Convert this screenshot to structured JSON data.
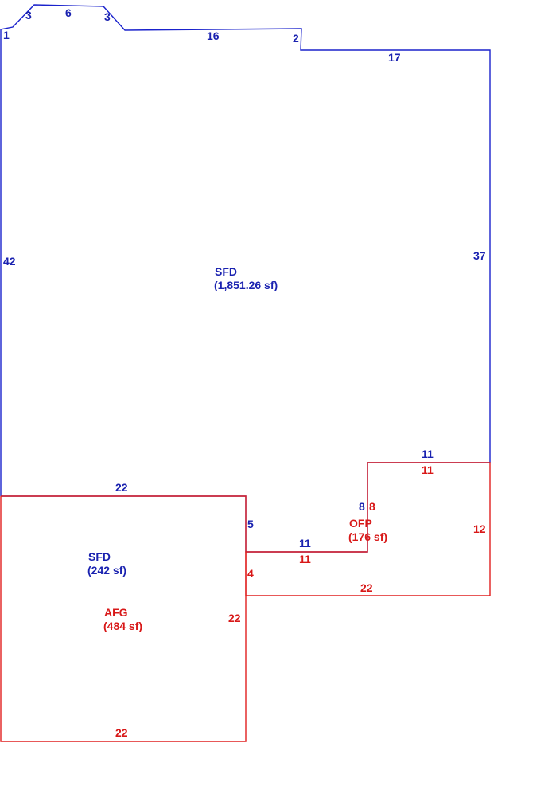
{
  "colors": {
    "sfd_outline": "#1a22cc",
    "sfd_text": "#1a22b0",
    "afg_ofp_outline": "#e02020",
    "afg_ofp_text": "#d81818",
    "background": "#ffffff"
  },
  "areas": {
    "sfd_main": {
      "code": "SFD",
      "area": "(1,851.26 sf)"
    },
    "sfd_small": {
      "code": "SFD",
      "area": "(242 sf)"
    },
    "afg": {
      "code": "AFG",
      "area": "(484 sf)"
    },
    "ofp": {
      "code": "OFP",
      "area": "(176 sf)"
    }
  },
  "dimensions": {
    "sfd_blue": {
      "left_side": "42",
      "left_top_corner": "1",
      "top_left_diagonal": "3",
      "top_bump": "6",
      "top_right_diagonal": "3",
      "top_middle": "16",
      "top_jog": "2",
      "top_right": "17",
      "right_side": "37",
      "ofp_top": "11",
      "ofp_left": "8",
      "inner_horizontal": "11",
      "inner_vertical": "5",
      "garage_top": "22"
    },
    "afg_ofp_red": {
      "ofp_top": "11",
      "ofp_left": "8",
      "ofp_right": "12",
      "inner_horizontal": "11",
      "inner_vertical": "4",
      "ofp_bottom": "22",
      "garage_right": "22",
      "garage_bottom": "22"
    }
  }
}
